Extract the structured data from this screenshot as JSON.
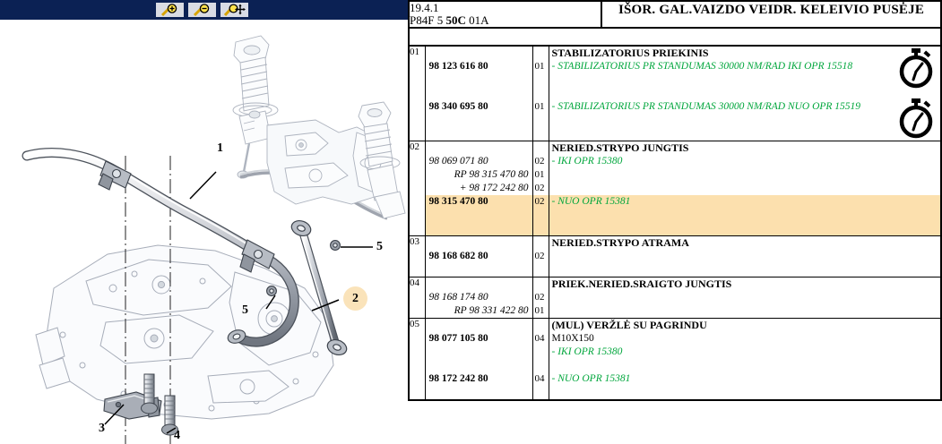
{
  "toolbar": {
    "buttons": [
      {
        "name": "zoom-in-button",
        "icon": "magnifier-plus-icon",
        "title": "Zoom In"
      },
      {
        "name": "zoom-out-button",
        "icon": "magnifier-minus-icon",
        "title": "Zoom Out"
      },
      {
        "name": "zoom-pan-button",
        "icon": "magnifier-move-icon",
        "title": "Pan / Zoom"
      }
    ]
  },
  "diagram": {
    "callouts": [
      {
        "label": "1",
        "highlighted": false
      },
      {
        "label": "2",
        "highlighted": true
      },
      {
        "label": "3",
        "highlighted": false
      },
      {
        "label": "4",
        "highlighted": false
      },
      {
        "label": "5",
        "highlighted": false
      },
      {
        "label": "5",
        "highlighted": false
      }
    ]
  },
  "header": {
    "code": "19.4.1",
    "reference_prefix": "P84F 5 ",
    "reference_bold": "50C",
    "reference_suffix": " 01A",
    "title": "IŠOR. GAL.VAIZDO VEIDR. KELEIVIO PUSĖJE"
  },
  "table": {
    "rows": [
      {
        "index": "01",
        "title": "STABILIZATORIUS PRIEKINIS",
        "has_icons": true,
        "lines": [
          {
            "part": "",
            "style": "none",
            "qty": "",
            "desc": "STABILIZATORIUS PRIEKINIS",
            "desc_style": "title",
            "highlight": false
          },
          {
            "part": "98 123 616 80",
            "style": "bold",
            "qty": "01",
            "desc": "- STABILIZATORIUS PR STANDUMAS 30000 NM/RAD IKI OPR 15518",
            "desc_style": "green",
            "highlight": false
          },
          {
            "part": "",
            "style": "none",
            "qty": "",
            "desc": "",
            "desc_style": "blank",
            "highlight": false
          },
          {
            "part": "",
            "style": "none",
            "qty": "",
            "desc": "",
            "desc_style": "blank",
            "highlight": false
          },
          {
            "part": "98 340 695 80",
            "style": "bold",
            "qty": "01",
            "desc": "- STABILIZATORIUS PR STANDUMAS 30000 NM/RAD NUO OPR 15519",
            "desc_style": "green",
            "highlight": false
          },
          {
            "part": "",
            "style": "none",
            "qty": "",
            "desc": "",
            "desc_style": "blank",
            "highlight": false
          },
          {
            "part": "",
            "style": "none",
            "qty": "",
            "desc": "",
            "desc_style": "blank",
            "highlight": false
          }
        ]
      },
      {
        "index": "02",
        "title": "NERIED.STRYPO JUNGTIS",
        "has_icons": false,
        "lines": [
          {
            "part": "",
            "style": "none",
            "qty": "",
            "desc": "NERIED.STRYPO JUNGTIS",
            "desc_style": "title",
            "highlight": false
          },
          {
            "part": "98 069 071 80",
            "style": "italic-l",
            "qty": "02",
            "desc": "- IKI OPR 15380",
            "desc_style": "green",
            "highlight": false
          },
          {
            "part": "RP 98 315 470 80",
            "style": "italic",
            "qty": "01",
            "desc": "",
            "desc_style": "blank",
            "highlight": false
          },
          {
            "part": "+ 98 172 242 80",
            "style": "italic",
            "qty": "02",
            "desc": "",
            "desc_style": "blank",
            "highlight": false
          },
          {
            "part": "98 315 470 80",
            "style": "bold",
            "qty": "02",
            "desc": "- NUO OPR 15381",
            "desc_style": "green",
            "highlight": true
          },
          {
            "part": "",
            "style": "none",
            "qty": "",
            "desc": "",
            "desc_style": "blank",
            "highlight": true
          },
          {
            "part": "",
            "style": "none",
            "qty": "",
            "desc": "",
            "desc_style": "blank",
            "highlight": true
          }
        ]
      },
      {
        "index": "03",
        "title": "NERIED.STRYPO ATRAMA",
        "has_icons": false,
        "lines": [
          {
            "part": "",
            "style": "none",
            "qty": "",
            "desc": "NERIED.STRYPO ATRAMA",
            "desc_style": "title",
            "highlight": false
          },
          {
            "part": "98 168 682 80",
            "style": "bold",
            "qty": "02",
            "desc": "",
            "desc_style": "blank",
            "highlight": false
          },
          {
            "part": "",
            "style": "none",
            "qty": "",
            "desc": "",
            "desc_style": "blank",
            "highlight": false
          }
        ]
      },
      {
        "index": "04",
        "title": "PRIEK.NERIED.SRAIGTO JUNGTIS",
        "has_icons": false,
        "lines": [
          {
            "part": "",
            "style": "none",
            "qty": "",
            "desc": "PRIEK.NERIED.SRAIGTO JUNGTIS",
            "desc_style": "title",
            "highlight": false
          },
          {
            "part": "98 168 174 80",
            "style": "italic-l",
            "qty": "02",
            "desc": "",
            "desc_style": "blank",
            "highlight": false
          },
          {
            "part": "RP 98 331 422 80",
            "style": "italic",
            "qty": "01",
            "desc": "",
            "desc_style": "blank",
            "highlight": false
          }
        ]
      },
      {
        "index": "05",
        "title": "(MUL) VERŽLĖ SU PAGRINDU",
        "has_icons": false,
        "lines": [
          {
            "part": "",
            "style": "none",
            "qty": "",
            "desc": "(MUL) VERŽLĖ SU PAGRINDU",
            "desc_style": "title",
            "highlight": false
          },
          {
            "part": "98 077 105 80",
            "style": "bold",
            "qty": "04",
            "desc": "M10X150",
            "desc_style": "plain",
            "highlight": false
          },
          {
            "part": "",
            "style": "none",
            "qty": "",
            "desc": "- IKI OPR 15380",
            "desc_style": "green",
            "highlight": false
          },
          {
            "part": "",
            "style": "none",
            "qty": "",
            "desc": "",
            "desc_style": "blank",
            "highlight": false
          },
          {
            "part": "98 172 242 80",
            "style": "bold",
            "qty": "04",
            "desc": "- NUO OPR 15381",
            "desc_style": "green",
            "highlight": false
          },
          {
            "part": "",
            "style": "none",
            "qty": "",
            "desc": "",
            "desc_style": "blank",
            "highlight": false
          }
        ]
      }
    ]
  },
  "colors": {
    "toolbar_bg": "#0b2154",
    "highlight": "#fce0ae",
    "green_text": "#00a63c",
    "callout_highlight": "#fae3ba"
  }
}
